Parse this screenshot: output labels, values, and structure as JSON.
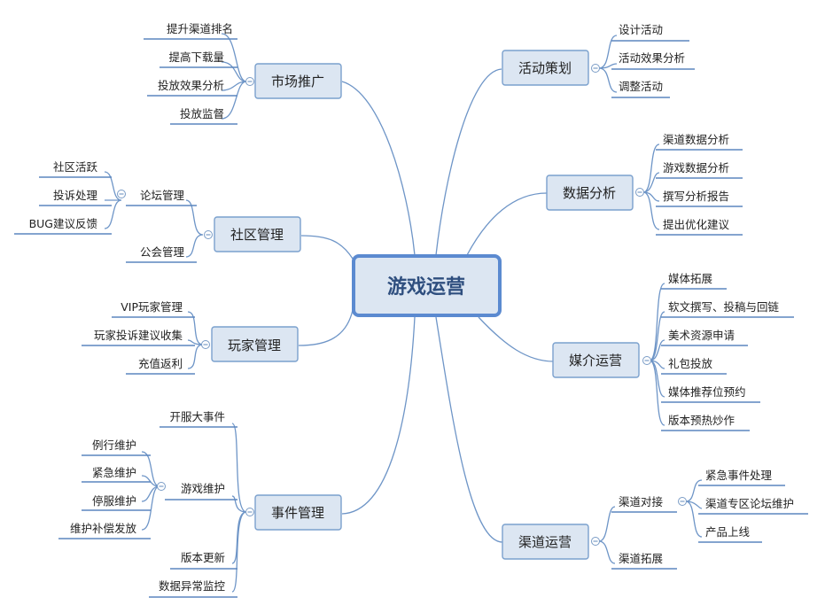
{
  "center": "游戏运营",
  "colors": {
    "node_fill": "#dce6f2",
    "node_border": "#7aa0cd",
    "center_border": "#5b8ad0",
    "center_text": "#2f4f7f",
    "connector": "#6e95c7"
  },
  "branches": {
    "market": {
      "label": "市场推广",
      "children": [
        "提升渠道排名",
        "提高下载量",
        "投放效果分析",
        "投放监督"
      ]
    },
    "community": {
      "label": "社区管理",
      "forum": {
        "label": "论坛管理",
        "children": [
          "社区活跃",
          "投诉处理",
          "BUG建议反馈"
        ]
      },
      "guild": "公会管理"
    },
    "player": {
      "label": "玩家管理",
      "children": [
        "VIP玩家管理",
        "玩家投诉建议收集",
        "充值返利"
      ]
    },
    "event": {
      "label": "事件管理",
      "open": "开服大事件",
      "maint": {
        "label": "游戏维护",
        "children": [
          "例行维护",
          "紧急维护",
          "停服维护",
          "维护补偿发放"
        ]
      },
      "update": "版本更新",
      "monitor": "数据异常监控"
    },
    "activity": {
      "label": "活动策划",
      "children": [
        "设计活动",
        "活动效果分析",
        "调整活动"
      ]
    },
    "data": {
      "label": "数据分析",
      "children": [
        "渠道数据分析",
        "游戏数据分析",
        "撰写分析报告",
        "提出优化建议"
      ]
    },
    "media": {
      "label": "媒介运营",
      "children": [
        "媒体拓展",
        "软文撰写、投稿与回链",
        "美术资源申请",
        "礼包投放",
        "媒体推荐位预约",
        "版本预热炒作"
      ]
    },
    "channel": {
      "label": "渠道运营",
      "dock": {
        "label": "渠道对接",
        "children": [
          "紧急事件处理",
          "渠道专区论坛维护",
          "产品上线"
        ]
      },
      "expand": "渠道拓展"
    }
  }
}
